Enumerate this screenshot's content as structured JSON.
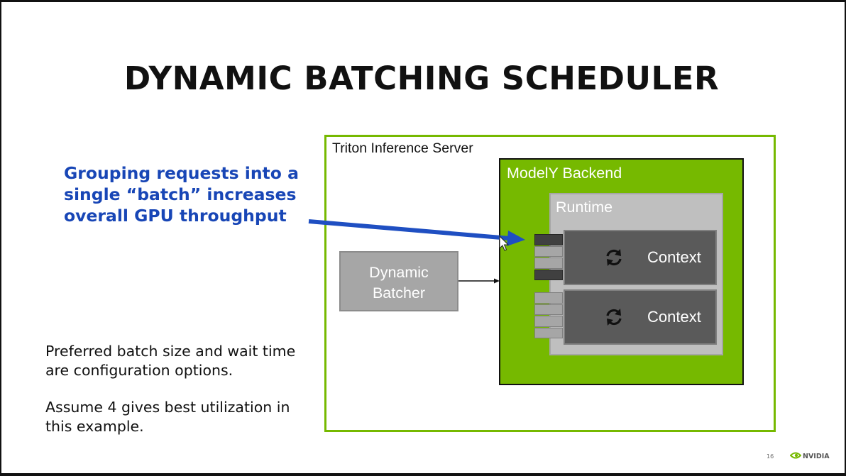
{
  "slide": {
    "title": "DYNAMIC BATCHING SCHEDULER",
    "callout": "Grouping requests into a single “batch” increases overall GPU throughput",
    "note_1": "Preferred batch size and wait time are configuration options.",
    "note_2": "Assume 4 gives best utilization in this example.",
    "page_number": "16",
    "logo_text": "NVIDIA"
  },
  "diagram": {
    "server_label": "Triton Inference Server",
    "backend_label": "ModelY Backend",
    "runtime_label": "Runtime",
    "batcher_label_line1": "Dynamic",
    "batcher_label_line2": "Batcher",
    "contexts": [
      {
        "label": "Context",
        "icon": "sync-icon"
      },
      {
        "label": "Context",
        "icon": "sync-icon"
      }
    ],
    "queues": [
      {
        "filled_slots": [
          true,
          false,
          false,
          true
        ]
      },
      {
        "filled_slots": [
          false,
          false,
          false,
          false
        ]
      }
    ]
  },
  "colors": {
    "accent_green": "#76b900",
    "callout_blue": "#1846b6",
    "arrow_blue": "#1f4fc2"
  }
}
